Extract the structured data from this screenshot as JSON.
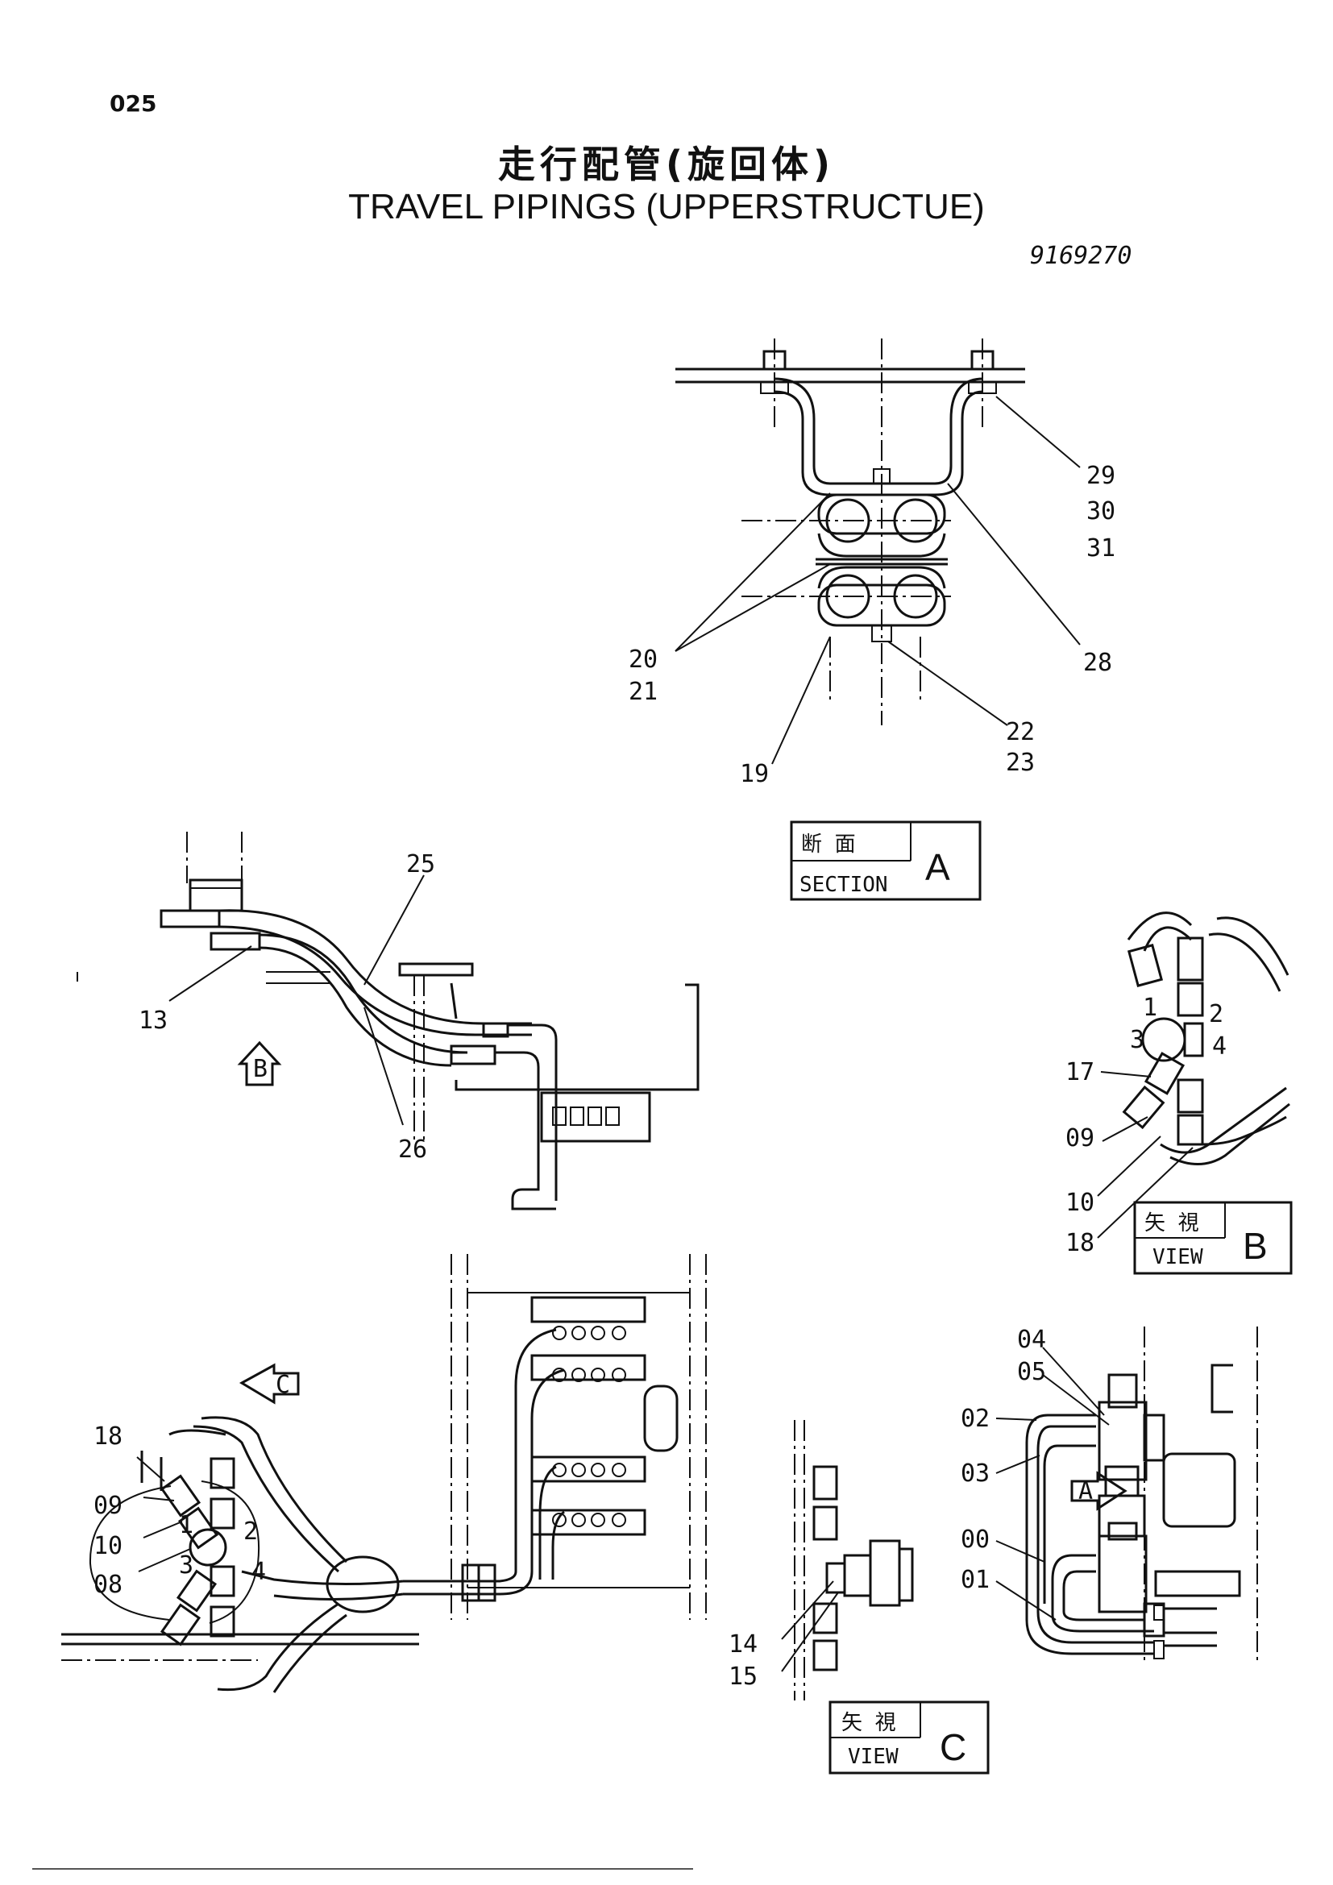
{
  "header": {
    "page_number": "025",
    "title_jp": "走行配管(旋回体)",
    "title_en": "TRAVEL PIPINGS (UPPERSTRUCTUE)",
    "drawing_code": "9169270"
  },
  "section_a": {
    "callouts": [
      "29",
      "30",
      "31",
      "28",
      "20",
      "21",
      "19",
      "22",
      "23"
    ],
    "box": {
      "jp": "断 面",
      "en": "SECTION",
      "letter": "A"
    }
  },
  "side_view": {
    "callouts": [
      "25",
      "13",
      "26"
    ],
    "arrow_letter": "B"
  },
  "view_b": {
    "callouts": [
      "17",
      "09",
      "10",
      "18"
    ],
    "port_numbers": [
      "1",
      "2",
      "3",
      "4"
    ],
    "box": {
      "jp": "矢 視",
      "en": "VIEW",
      "letter": "B"
    }
  },
  "plan_view": {
    "callouts": [
      "18",
      "09",
      "10",
      "08"
    ],
    "port_numbers": [
      "1",
      "2",
      "3",
      "4"
    ],
    "arrow_letter": "C"
  },
  "view_c": {
    "callouts": [
      "14",
      "15"
    ],
    "box": {
      "jp": "矢 視",
      "en": "VIEW",
      "letter": "C"
    }
  },
  "valve_view": {
    "callouts": [
      "04",
      "05",
      "02",
      "03",
      "00",
      "01"
    ],
    "arrow_letter": "A"
  }
}
